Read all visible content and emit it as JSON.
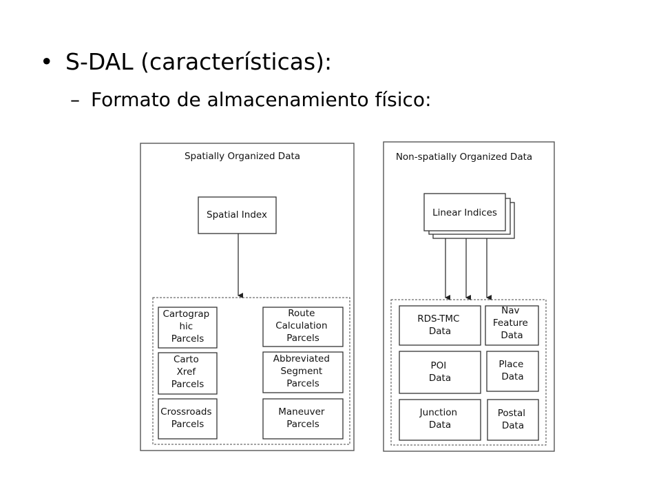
{
  "slide": {
    "bullet": "S-DAL (características):",
    "sub_bullet": "Formato de almacenamiento físico:",
    "bullet_marker": "•",
    "sub_bullet_marker": "–"
  },
  "diagram": {
    "left_panel": {
      "title": "Spatially Organized Data",
      "index": "Spatial Index",
      "parcels": {
        "cartographic": [
          "Cartograp",
          "hic",
          "Parcels"
        ],
        "carto_xref": [
          "Carto",
          "Xref",
          "Parcels"
        ],
        "crossroads": [
          "Crossroads",
          "Parcels"
        ],
        "route_calc": [
          "Route",
          "Calculation",
          "Parcels"
        ],
        "abbrev_segment": [
          "Abbreviated",
          "Segment",
          "Parcels"
        ],
        "maneuver": [
          "Maneuver",
          "Parcels"
        ]
      }
    },
    "right_panel": {
      "title": "Non-spatially Organized Data",
      "index": "Linear Indices",
      "data": {
        "rds_tmc": [
          "RDS-TMC",
          "Data"
        ],
        "nav_feature": [
          "Nav",
          "Feature",
          "Data"
        ],
        "poi": [
          "POI",
          "Data"
        ],
        "place": [
          "Place",
          "Data"
        ],
        "junction": [
          "Junction",
          "Data"
        ],
        "postal": [
          "Postal",
          "Data"
        ]
      }
    }
  }
}
